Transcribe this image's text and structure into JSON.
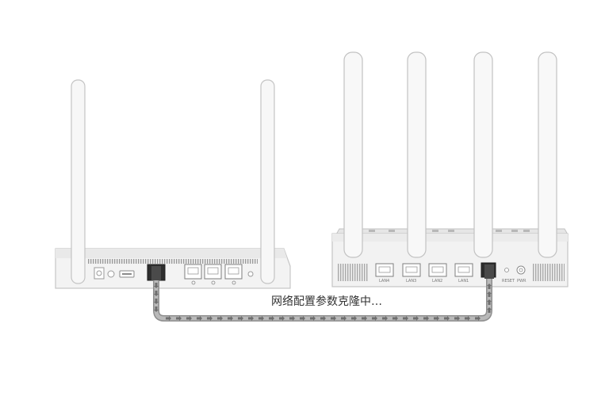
{
  "status": {
    "message": "网络配置参数克隆中…"
  },
  "new_router": {
    "port_labels": [
      "LAN4",
      "LAN3",
      "LAN2",
      "LAN1"
    ],
    "reset_label": "RESET",
    "power_label": "PWR"
  },
  "colors": {
    "device_fill": "#f2f2f2",
    "device_stroke": "#c8c8c8",
    "cable": "#9a9a9a",
    "arrow": "#6e6e6e",
    "connector": "#3a3a3a"
  },
  "icons": {
    "cable_direction": "arrow-right"
  }
}
